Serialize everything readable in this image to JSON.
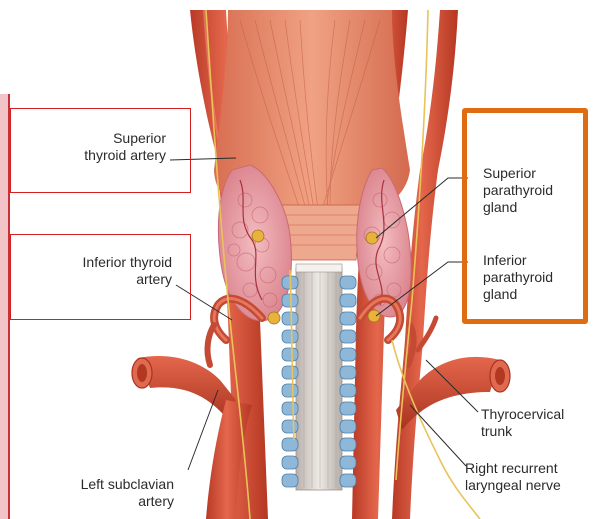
{
  "labels": {
    "superior_thyroid_artery": [
      "Superior",
      "thyroid artery"
    ],
    "inferior_thyroid_artery": [
      "Inferior thyroid",
      "artery"
    ],
    "left_subclavian_artery": [
      "Left subclavian",
      "artery"
    ],
    "superior_parathyroid_gland": [
      "Superior",
      "parathyroid",
      "gland"
    ],
    "inferior_parathyroid_gland": [
      "Inferior",
      "parathyroid",
      "gland"
    ],
    "thyrocervical_trunk": [
      "Thyrocervical",
      "trunk"
    ],
    "right_recurrent_laryngeal_nerve": [
      "Right recurrent",
      "laryngeal nerve"
    ]
  },
  "colors": {
    "artery": "#d8533c",
    "artery_dark": "#b83a26",
    "muscle": "#e8876a",
    "thyroid_gland": "#e9a0a6",
    "parathyroid": "#e8b23c",
    "trachea_ring": "#8fb7d8",
    "esophagus": "#d9d2cf",
    "nerve": "#e9c35a",
    "highlight_red": "#d51f1f",
    "highlight_orange": "#e06c12"
  }
}
